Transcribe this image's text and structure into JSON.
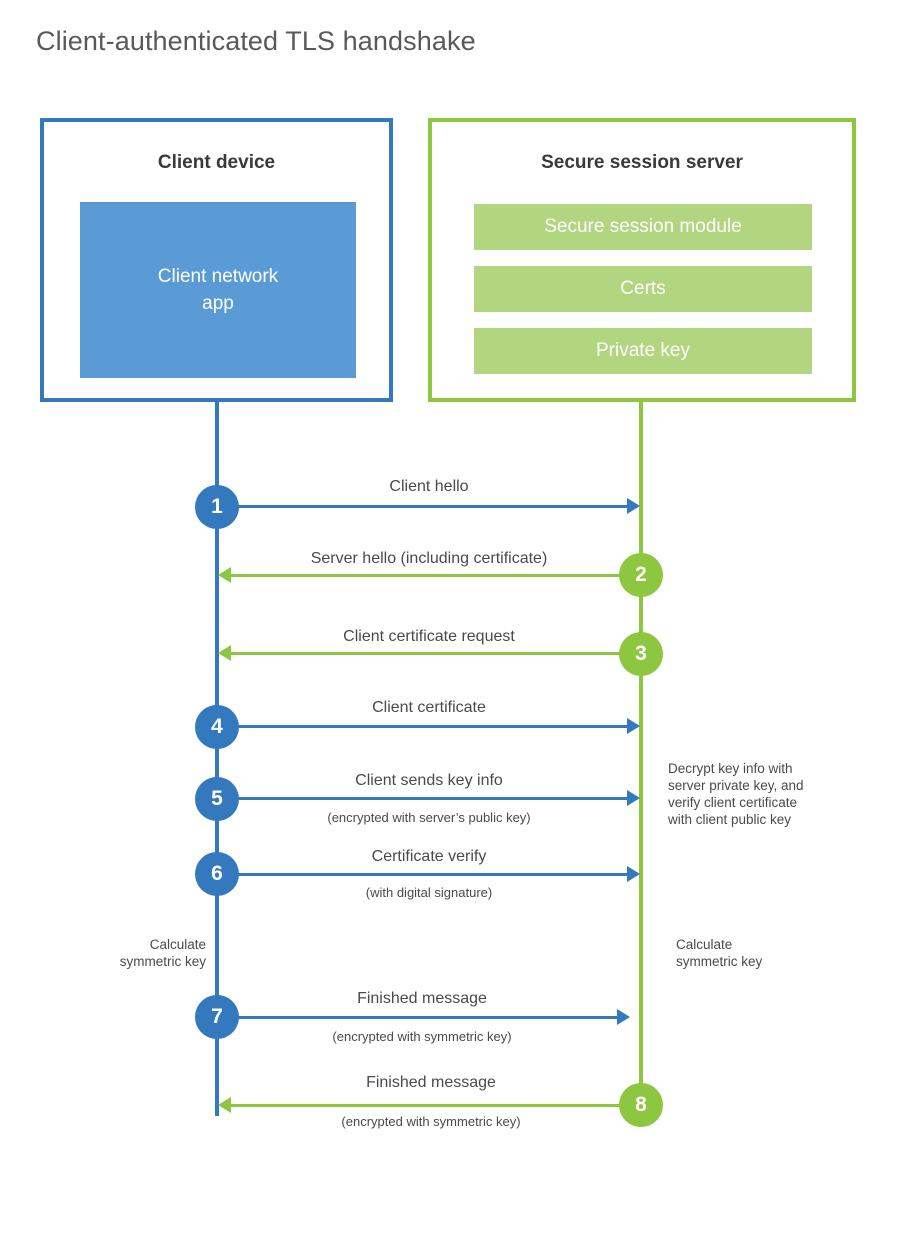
{
  "title": "Client-authenticated TLS handshake",
  "colors": {
    "client_blue": "#3479BE",
    "client_app_blue": "#5B9BD5",
    "server_green": "#8DC63F",
    "server_mod_green": "#B2D680",
    "text_gray": "#4a4a4a",
    "title_gray": "#58595b"
  },
  "actors": {
    "client": {
      "title": "Client device",
      "app_label": "Client network\napp"
    },
    "server": {
      "title": "Secure session server",
      "modules": [
        "Secure session module",
        "Certs",
        "Private key"
      ]
    }
  },
  "steps": [
    {
      "number": "1",
      "label": "Client hello",
      "sublabel": "",
      "direction": "right",
      "color": "blue"
    },
    {
      "number": "2",
      "label": "Server hello (including certificate)",
      "sublabel": "",
      "direction": "left",
      "color": "green"
    },
    {
      "number": "3",
      "label": "Client certificate request",
      "sublabel": "",
      "direction": "left",
      "color": "green"
    },
    {
      "number": "4",
      "label": "Client certificate",
      "sublabel": "",
      "direction": "right",
      "color": "blue"
    },
    {
      "number": "5",
      "label": "Client sends key info",
      "sublabel": "(encrypted with server’s public key)",
      "direction": "right",
      "color": "blue"
    },
    {
      "number": "6",
      "label": "Certificate verify",
      "sublabel": "(with digital signature)",
      "direction": "right",
      "color": "blue"
    },
    {
      "number": "7",
      "label": "Finished message",
      "sublabel": "(encrypted with symmetric key)",
      "direction": "right",
      "color": "blue"
    },
    {
      "number": "8",
      "label": "Finished message",
      "sublabel": "(encrypted with symmetric key)",
      "direction": "left",
      "color": "green"
    }
  ],
  "notes": {
    "server_decrypt": "Decrypt key info with\nserver private key, and\nverify client certificate\nwith client public key",
    "client_calc": "Calculate\nsymmetric key",
    "server_calc": "Calculate\nsymmetric key"
  }
}
